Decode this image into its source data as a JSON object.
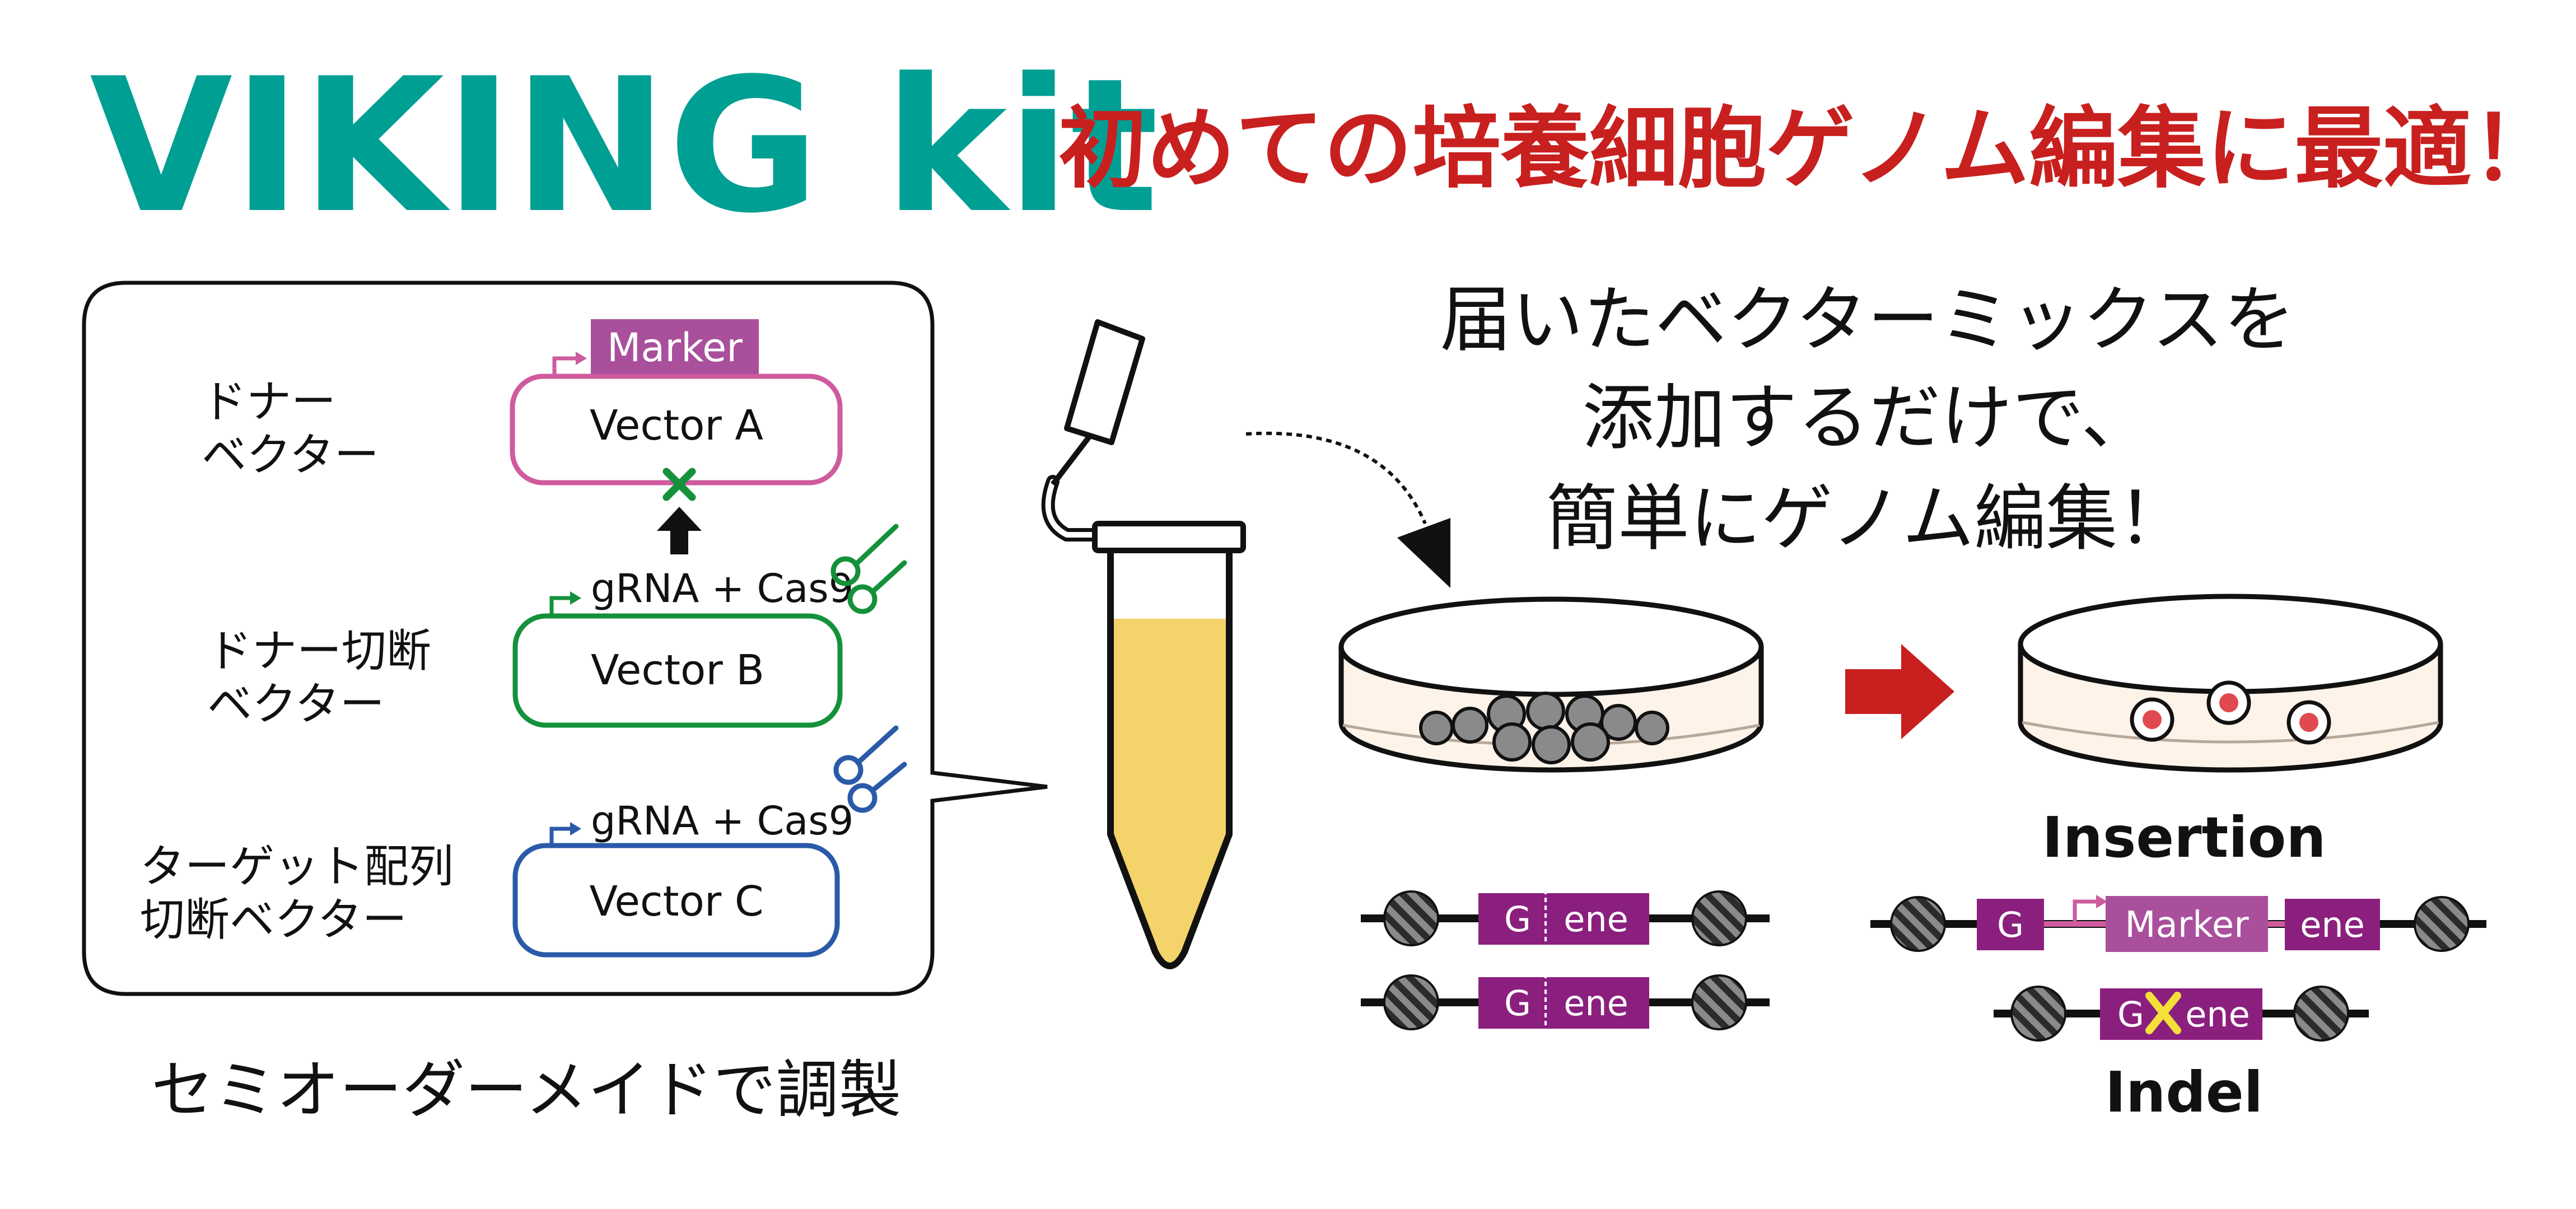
{
  "title": "VIKING kit",
  "tagline": "初めての培養細胞ゲノム編集に最適！",
  "headline": [
    "届いたベクターミックスを",
    "添加するだけで、",
    "簡単にゲノム編集！"
  ],
  "footnote": "セミオーダーメイドで調製",
  "colors": {
    "teal": "#009f94",
    "red": "#c8201f",
    "pink": "#cf5b9e",
    "green": "#14913a",
    "blue": "#2a5aa8",
    "purple": "#8b1f7e",
    "marker": "#a94f9c",
    "tube_fill": "#f3d36a"
  },
  "vectors": {
    "a": {
      "label_lines": [
        "ドナー",
        "ベクター"
      ],
      "name": "Vector A",
      "tag": "Marker"
    },
    "b": {
      "label_lines": [
        "ドナー切断",
        "ベクター"
      ],
      "name": "Vector B",
      "tag": "gRNA + Cas9"
    },
    "c": {
      "label_lines": [
        "ターゲット配列",
        "切断ベクター"
      ],
      "name": "Vector C",
      "tag": "gRNA + Cas9"
    }
  },
  "results": {
    "insertion": "Insertion",
    "indel": "Indel",
    "gene_left": "G",
    "gene_right": "ene",
    "marker": "Marker"
  },
  "icons": [
    "scissors-icon",
    "cross-icon",
    "arrow-up-icon",
    "arrow-right-icon",
    "promoter-arrow-icon"
  ]
}
